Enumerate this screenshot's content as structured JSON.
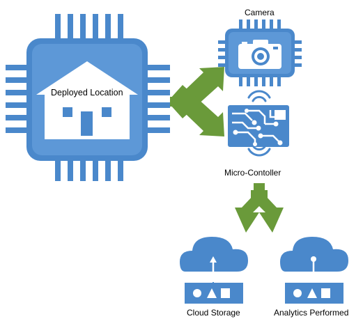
{
  "diagram": {
    "nodes": {
      "deployed_location": {
        "label": "Deployed Location",
        "icon": "house-chip-icon"
      },
      "camera": {
        "label": "Camera",
        "icon": "camera-chip-icon"
      },
      "micro_controller": {
        "label": "Micro-Contoller",
        "icon": "circuit-board-icon"
      },
      "cloud_storage": {
        "label": "Cloud Storage",
        "icon": "cloud-upload-icon"
      },
      "analytics": {
        "label": "Analytics Performed",
        "icon": "cloud-download-icon"
      }
    },
    "edges": [
      {
        "from": "deployed_location",
        "to": "camera"
      },
      {
        "from": "deployed_location",
        "to": "micro_controller"
      },
      {
        "from": "micro_controller",
        "to": "cloud_storage"
      },
      {
        "from": "micro_controller",
        "to": "analytics"
      }
    ]
  },
  "colors": {
    "chip_blue": "#5b96d5",
    "chip_dark": "#3f7fc4",
    "white": "#ffffff",
    "arrow_green": "#6a9a3a"
  }
}
